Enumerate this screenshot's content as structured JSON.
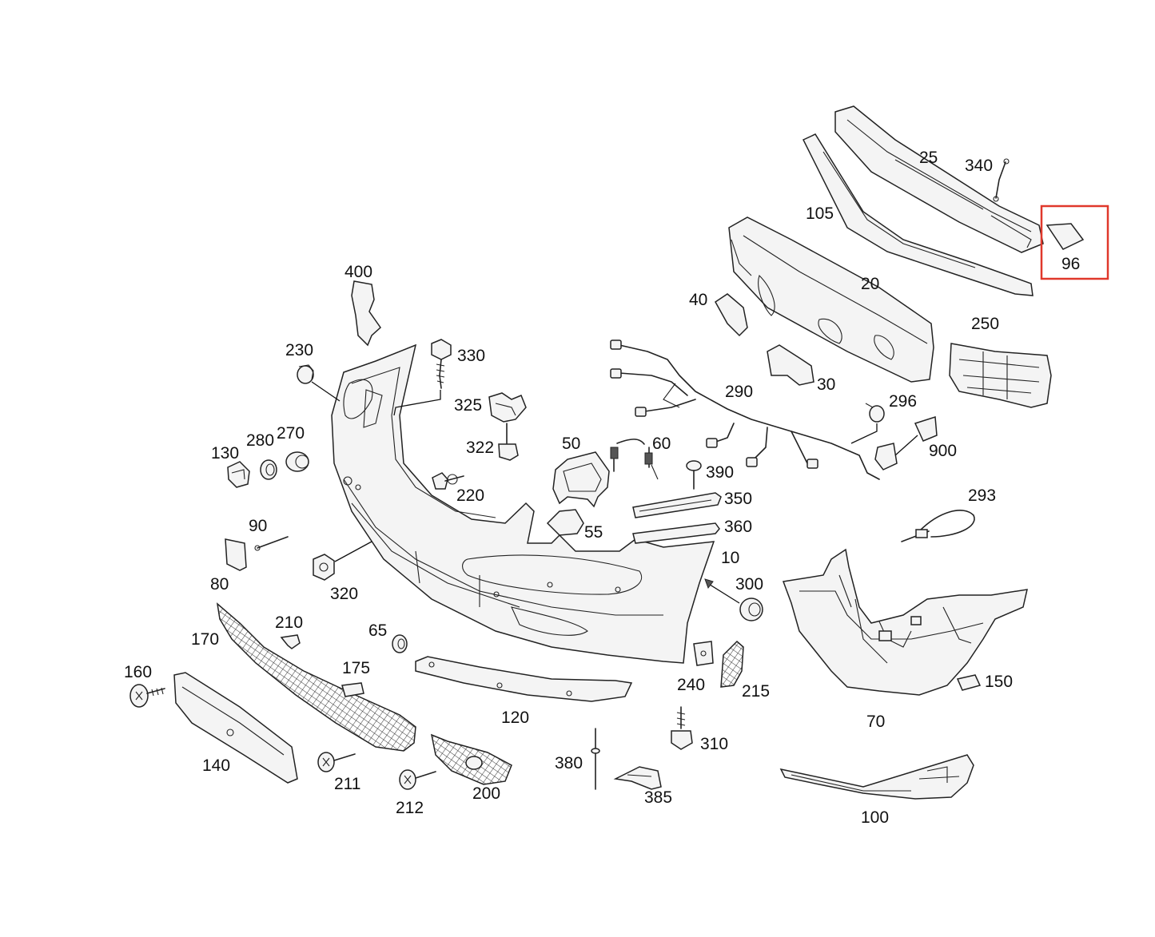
{
  "diagram": {
    "labels": {
      "p25": "25",
      "p340": "340",
      "p105": "105",
      "p96": "96",
      "p20": "20",
      "p250": "250",
      "p40": "40",
      "p30": "30",
      "p400": "400",
      "p230": "230",
      "p330": "330",
      "p290": "290",
      "p296": "296",
      "p325": "325",
      "p322": "322",
      "p50": "50",
      "p60": "60",
      "p900": "900",
      "p130": "130",
      "p280": "280",
      "p270": "270",
      "p220": "220",
      "p390": "390",
      "p350": "350",
      "p360": "360",
      "p55": "55",
      "p293": "293",
      "p90": "90",
      "p10": "10",
      "p80": "80",
      "p320": "320",
      "p300": "300",
      "p210": "210",
      "p65": "65",
      "p170": "170",
      "p175": "175",
      "p160": "160",
      "p240": "240",
      "p215": "215",
      "p150": "150",
      "p120": "120",
      "p70": "70",
      "p310": "310",
      "p380": "380",
      "p140": "140",
      "p211": "211",
      "p200": "200",
      "p385": "385",
      "p212": "212",
      "p100": "100"
    },
    "highlighted_part": "96",
    "highlight_color": "#e0382b"
  }
}
